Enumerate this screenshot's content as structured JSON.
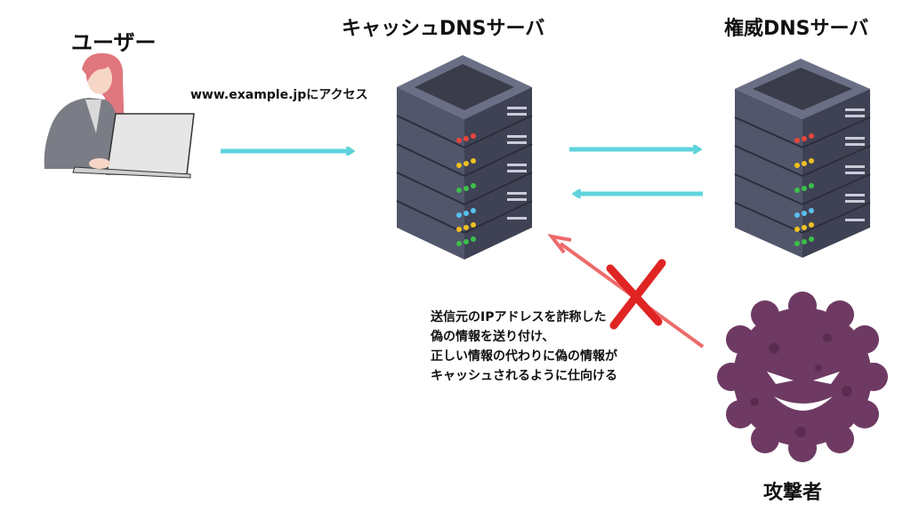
{
  "labels": {
    "user": "ユーザー",
    "cache_server": "キャッシュDNSサーバ",
    "authoritative_server": "権威DNSサーバ",
    "attacker": "攻撃者",
    "query": "www.example.jpにアクセス"
  },
  "attack_description": [
    "送信元のIPアドレスを詐称した",
    "偽の情報を送り付け、",
    "正しい情報の代わりに偽の情報が",
    "キャッシュされるように仕向ける"
  ],
  "colors": {
    "arrow": "#5fd3dc",
    "attack_arrow": "#ee6a6a",
    "cross": "#e02424",
    "server_dark": "#3f4254",
    "server_mid": "#52566b",
    "server_top": "#6b6f85",
    "attacker_body": "#6e3a63",
    "user_hair": "#e0767e"
  }
}
